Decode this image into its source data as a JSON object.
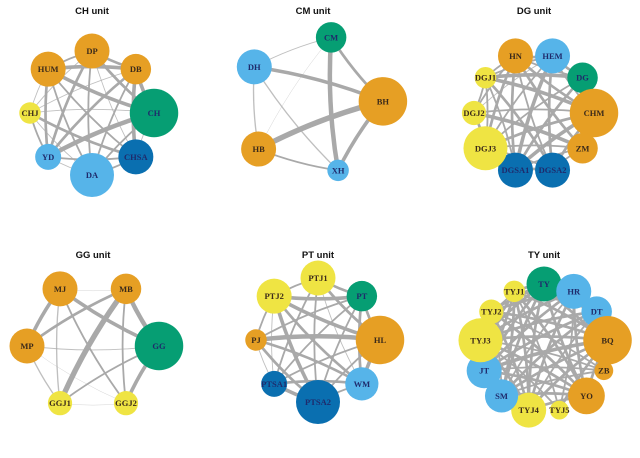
{
  "colors": {
    "orange": "#E69F24",
    "green": "#069E73",
    "skyblue": "#56B4E9",
    "darkblue": "#0A6FB0",
    "yellow": "#EFE443",
    "edge": "#a9a9a9",
    "label_dark": "#3b2a1a",
    "label_blue": "#1f2a6b"
  },
  "panels": [
    {
      "title": "CH unit",
      "nodes": [
        {
          "id": "DP",
          "color": "orange",
          "size": 3
        },
        {
          "id": "DB",
          "color": "orange",
          "size": 2.5
        },
        {
          "id": "CH",
          "color": "green",
          "size": 4.5
        },
        {
          "id": "CHSA",
          "color": "darkblue",
          "size": 3
        },
        {
          "id": "DA",
          "color": "skyblue",
          "size": 4
        },
        {
          "id": "YD",
          "color": "skyblue",
          "size": 2
        },
        {
          "id": "CHJ",
          "color": "yellow",
          "size": 1.5
        },
        {
          "id": "HUM",
          "color": "orange",
          "size": 3
        }
      ],
      "edges": [
        [
          "DP",
          "DB",
          3
        ],
        [
          "DP",
          "HUM",
          2
        ],
        [
          "DP",
          "CH",
          3
        ],
        [
          "DP",
          "YD",
          3
        ],
        [
          "DP",
          "DA",
          2
        ],
        [
          "DP",
          "CHSA",
          1
        ],
        [
          "DP",
          "CHJ",
          1
        ],
        [
          "DB",
          "HUM",
          4
        ],
        [
          "DB",
          "CH",
          4
        ],
        [
          "DB",
          "CHSA",
          4
        ],
        [
          "DB",
          "YD",
          3
        ],
        [
          "DB",
          "DA",
          2
        ],
        [
          "DB",
          "CHJ",
          1
        ],
        [
          "HUM",
          "CH",
          4
        ],
        [
          "HUM",
          "YD",
          3
        ],
        [
          "HUM",
          "CHSA",
          2
        ],
        [
          "HUM",
          "DA",
          2
        ],
        [
          "HUM",
          "CHJ",
          1
        ],
        [
          "CH",
          "YD",
          5
        ],
        [
          "CH",
          "DA",
          2
        ],
        [
          "CH",
          "CHSA",
          1
        ],
        [
          "CH",
          "CHJ",
          1
        ],
        [
          "CHJ",
          "YD",
          2
        ],
        [
          "CHJ",
          "CHSA",
          3
        ],
        [
          "CHJ",
          "DA",
          1
        ],
        [
          "YD",
          "DA",
          1
        ],
        [
          "YD",
          "CHSA",
          2
        ],
        [
          "DA",
          "CHSA",
          2
        ]
      ]
    },
    {
      "title": "CM unit",
      "nodes": [
        {
          "id": "CM",
          "color": "green",
          "size": 2.5
        },
        {
          "id": "BH",
          "color": "orange",
          "size": 4.5
        },
        {
          "id": "XH",
          "color": "skyblue",
          "size": 1.5
        },
        {
          "id": "HB",
          "color": "orange",
          "size": 3
        },
        {
          "id": "DH",
          "color": "skyblue",
          "size": 3
        }
      ],
      "edges": [
        [
          "CM",
          "BH",
          3
        ],
        [
          "CM",
          "XH",
          5
        ],
        [
          "CM",
          "DH",
          1
        ],
        [
          "CM",
          "HB",
          0.5
        ],
        [
          "BH",
          "DH",
          4
        ],
        [
          "BH",
          "HB",
          6
        ],
        [
          "BH",
          "XH",
          4
        ],
        [
          "DH",
          "HB",
          1.5
        ],
        [
          "DH",
          "XH",
          1.5
        ],
        [
          "HB",
          "XH",
          2
        ]
      ]
    },
    {
      "title": "DG unit",
      "nodes": [
        {
          "id": "HEM",
          "color": "skyblue",
          "size": 3
        },
        {
          "id": "DG",
          "color": "green",
          "size": 2.5
        },
        {
          "id": "CHM",
          "color": "orange",
          "size": 4.5
        },
        {
          "id": "ZM",
          "color": "orange",
          "size": 2.5
        },
        {
          "id": "DGSA2",
          "color": "darkblue",
          "size": 3
        },
        {
          "id": "DGSA1",
          "color": "darkblue",
          "size": 3
        },
        {
          "id": "DGJ3",
          "color": "yellow",
          "size": 4
        },
        {
          "id": "DGJ2",
          "color": "yellow",
          "size": 1.8
        },
        {
          "id": "DGJ1",
          "color": "yellow",
          "size": 1.5
        },
        {
          "id": "HN",
          "color": "orange",
          "size": 3
        }
      ],
      "edges": [
        [
          "HN",
          "HEM",
          3
        ],
        [
          "HN",
          "DG",
          2
        ],
        [
          "HN",
          "CHM",
          3
        ],
        [
          "HN",
          "ZM",
          3
        ],
        [
          "HN",
          "DGSA1",
          3
        ],
        [
          "HN",
          "DGSA2",
          2
        ],
        [
          "HN",
          "DGJ3",
          3
        ],
        [
          "HN",
          "DGJ2",
          2
        ],
        [
          "HN",
          "DGJ1",
          2
        ],
        [
          "HEM",
          "DG",
          3
        ],
        [
          "HEM",
          "CHM",
          2
        ],
        [
          "HEM",
          "DGSA1",
          4
        ],
        [
          "HEM",
          "DGSA2",
          3
        ],
        [
          "HEM",
          "DGJ3",
          2
        ],
        [
          "HEM",
          "DGJ1",
          2
        ],
        [
          "HEM",
          "DGJ2",
          1
        ],
        [
          "DG",
          "CHM",
          3
        ],
        [
          "DG",
          "DGJ1",
          4
        ],
        [
          "DG",
          "DGSA1",
          3
        ],
        [
          "DG",
          "DGJ3",
          2
        ],
        [
          "DG",
          "ZM",
          2
        ],
        [
          "CHM",
          "DGJ1",
          4
        ],
        [
          "CHM",
          "DGJ3",
          3
        ],
        [
          "CHM",
          "DGSA1",
          4
        ],
        [
          "CHM",
          "DGSA2",
          3
        ],
        [
          "CHM",
          "ZM",
          3
        ],
        [
          "CHM",
          "DGJ2",
          2
        ],
        [
          "ZM",
          "DGJ2",
          4
        ],
        [
          "ZM",
          "DGJ3",
          2
        ],
        [
          "ZM",
          "DGSA1",
          2
        ],
        [
          "ZM",
          "DGSA2",
          2
        ],
        [
          "DGSA2",
          "DGJ1",
          3
        ],
        [
          "DGSA2",
          "DGJ3",
          2
        ],
        [
          "DGSA2",
          "DGSA1",
          3
        ],
        [
          "DGSA1",
          "DGJ3",
          3
        ],
        [
          "DGSA1",
          "DGJ1",
          2
        ],
        [
          "DGJ3",
          "DGJ2",
          3
        ],
        [
          "DGJ2",
          "DGJ1",
          2
        ],
        [
          "DGJ3",
          "DGJ1",
          2
        ]
      ]
    },
    {
      "title": "GG unit",
      "nodes": [
        {
          "id": "MB",
          "color": "orange",
          "size": 2.5
        },
        {
          "id": "GG",
          "color": "green",
          "size": 4.5
        },
        {
          "id": "GGJ2",
          "color": "yellow",
          "size": 1.8
        },
        {
          "id": "GGJ1",
          "color": "yellow",
          "size": 1.8
        },
        {
          "id": "MP",
          "color": "orange",
          "size": 3
        },
        {
          "id": "MJ",
          "color": "orange",
          "size": 3
        }
      ],
      "edges": [
        [
          "MJ",
          "MB",
          0.5
        ],
        [
          "MJ",
          "GG",
          4
        ],
        [
          "MJ",
          "MP",
          4
        ],
        [
          "MJ",
          "GGJ1",
          1.5
        ],
        [
          "MJ",
          "GGJ2",
          2
        ],
        [
          "MB",
          "MP",
          3
        ],
        [
          "MB",
          "GGJ1",
          6
        ],
        [
          "MB",
          "GG",
          5
        ],
        [
          "MB",
          "GGJ2",
          2
        ],
        [
          "MP",
          "GG",
          1
        ],
        [
          "MP",
          "GGJ1",
          1.5
        ],
        [
          "MP",
          "GGJ2",
          0.5
        ],
        [
          "GG",
          "GGJ1",
          2
        ],
        [
          "GG",
          "GGJ2",
          4
        ],
        [
          "GGJ1",
          "GGJ2",
          0.5
        ]
      ]
    },
    {
      "title": "PT unit",
      "nodes": [
        {
          "id": "PTJ1",
          "color": "yellow",
          "size": 3
        },
        {
          "id": "PT",
          "color": "green",
          "size": 2.5
        },
        {
          "id": "HL",
          "color": "orange",
          "size": 4.5
        },
        {
          "id": "WM",
          "color": "skyblue",
          "size": 2.8
        },
        {
          "id": "PTSA2",
          "color": "darkblue",
          "size": 4
        },
        {
          "id": "PTSA1",
          "color": "darkblue",
          "size": 2
        },
        {
          "id": "PJ",
          "color": "orange",
          "size": 1.5
        },
        {
          "id": "PTJ2",
          "color": "yellow",
          "size": 3
        }
      ],
      "edges": [
        [
          "PTJ1",
          "PTJ2",
          2
        ],
        [
          "PTJ1",
          "PT",
          3
        ],
        [
          "PTJ1",
          "HL",
          3
        ],
        [
          "PTJ1",
          "PTSA1",
          2
        ],
        [
          "PTJ1",
          "PTSA2",
          2
        ],
        [
          "PTJ1",
          "WM",
          1
        ],
        [
          "PTJ2",
          "PT",
          4
        ],
        [
          "PTJ2",
          "HL",
          4
        ],
        [
          "PTJ2",
          "WM",
          3
        ],
        [
          "PTJ2",
          "PTSA2",
          4
        ],
        [
          "PTJ2",
          "PJ",
          2
        ],
        [
          "PTJ2",
          "PTSA1",
          1
        ],
        [
          "PT",
          "HL",
          3
        ],
        [
          "PT",
          "WM",
          3
        ],
        [
          "PT",
          "PJ",
          2
        ],
        [
          "PT",
          "PTSA1",
          2
        ],
        [
          "PT",
          "PTSA2",
          2
        ],
        [
          "HL",
          "PJ",
          5
        ],
        [
          "HL",
          "WM",
          4
        ],
        [
          "HL",
          "PTSA1",
          2
        ],
        [
          "HL",
          "PTSA2",
          2
        ],
        [
          "WM",
          "PJ",
          3
        ],
        [
          "WM",
          "PTSA1",
          3
        ],
        [
          "WM",
          "PTSA2",
          2
        ],
        [
          "PJ",
          "PTSA1",
          1
        ],
        [
          "PJ",
          "PTSA2",
          3
        ],
        [
          "PTSA1",
          "PTSA2",
          4
        ]
      ]
    },
    {
      "title": "TY unit",
      "nodes": [
        {
          "id": "TY",
          "color": "green",
          "size": 3
        },
        {
          "id": "HR",
          "color": "skyblue",
          "size": 3
        },
        {
          "id": "DT",
          "color": "skyblue",
          "size": 2.5
        },
        {
          "id": "BQ",
          "color": "orange",
          "size": 4.5
        },
        {
          "id": "ZB",
          "color": "orange",
          "size": 1.2
        },
        {
          "id": "YO",
          "color": "orange",
          "size": 3.2
        },
        {
          "id": "TYJ5",
          "color": "yellow",
          "size": 1.2
        },
        {
          "id": "TYJ4",
          "color": "yellow",
          "size": 3
        },
        {
          "id": "SM",
          "color": "skyblue",
          "size": 2.8
        },
        {
          "id": "JT",
          "color": "skyblue",
          "size": 3
        },
        {
          "id": "TYJ3",
          "color": "yellow",
          "size": 4
        },
        {
          "id": "TYJ2",
          "color": "yellow",
          "size": 1.8
        },
        {
          "id": "TYJ1",
          "color": "yellow",
          "size": 1.5
        }
      ],
      "edges": [
        [
          "TY",
          "TYJ1",
          3
        ],
        [
          "TY",
          "TYJ2",
          3
        ],
        [
          "TY",
          "TYJ3",
          3
        ],
        [
          "TY",
          "JT",
          3
        ],
        [
          "TY",
          "SM",
          3
        ],
        [
          "TY",
          "TYJ4",
          3
        ],
        [
          "TY",
          "YO",
          3
        ],
        [
          "TY",
          "BQ",
          3
        ],
        [
          "TY",
          "DT",
          2
        ],
        [
          "TY",
          "HR",
          2
        ],
        [
          "HR",
          "TYJ2",
          3
        ],
        [
          "HR",
          "TYJ3",
          3
        ],
        [
          "HR",
          "JT",
          3
        ],
        [
          "HR",
          "SM",
          2
        ],
        [
          "HR",
          "YO",
          3
        ],
        [
          "HR",
          "BQ",
          2
        ],
        [
          "HR",
          "TYJ4",
          3
        ],
        [
          "DT",
          "TYJ1",
          3
        ],
        [
          "DT",
          "TYJ3",
          3
        ],
        [
          "DT",
          "SM",
          3
        ],
        [
          "DT",
          "TYJ4",
          2
        ],
        [
          "DT",
          "JT",
          3
        ],
        [
          "BQ",
          "TYJ1",
          3
        ],
        [
          "BQ",
          "TYJ2",
          3
        ],
        [
          "BQ",
          "TYJ3",
          3
        ],
        [
          "BQ",
          "JT",
          4
        ],
        [
          "BQ",
          "SM",
          3
        ],
        [
          "BQ",
          "TYJ4",
          3
        ],
        [
          "BQ",
          "TYJ5",
          3
        ],
        [
          "BQ",
          "YO",
          3
        ],
        [
          "ZB",
          "TYJ2",
          2
        ],
        [
          "ZB",
          "TYJ3",
          2
        ],
        [
          "ZB",
          "JT",
          2
        ],
        [
          "ZB",
          "SM",
          2
        ],
        [
          "YO",
          "TYJ1",
          3
        ],
        [
          "YO",
          "TYJ2",
          3
        ],
        [
          "YO",
          "TYJ3",
          3
        ],
        [
          "YO",
          "JT",
          3
        ],
        [
          "YO",
          "SM",
          3
        ],
        [
          "YO",
          "TYJ4",
          3
        ],
        [
          "TYJ5",
          "TYJ1",
          2
        ],
        [
          "TYJ5",
          "TYJ3",
          2
        ],
        [
          "TYJ5",
          "HR",
          2
        ],
        [
          "TYJ4",
          "TYJ1",
          3
        ],
        [
          "TYJ4",
          "TYJ2",
          3
        ],
        [
          "TYJ4",
          "TYJ3",
          3
        ],
        [
          "TYJ4",
          "JT",
          2
        ],
        [
          "SM",
          "TYJ1",
          3
        ],
        [
          "SM",
          "TYJ2",
          2
        ],
        [
          "SM",
          "TYJ3",
          2
        ],
        [
          "SM",
          "JT",
          3
        ],
        [
          "JT",
          "TYJ1",
          3
        ],
        [
          "JT",
          "TYJ2",
          2
        ],
        [
          "JT",
          "TYJ3",
          3
        ],
        [
          "TYJ3",
          "TYJ1",
          3
        ],
        [
          "TYJ3",
          "TYJ2",
          3
        ],
        [
          "TYJ2",
          "TYJ1",
          2
        ]
      ]
    }
  ]
}
